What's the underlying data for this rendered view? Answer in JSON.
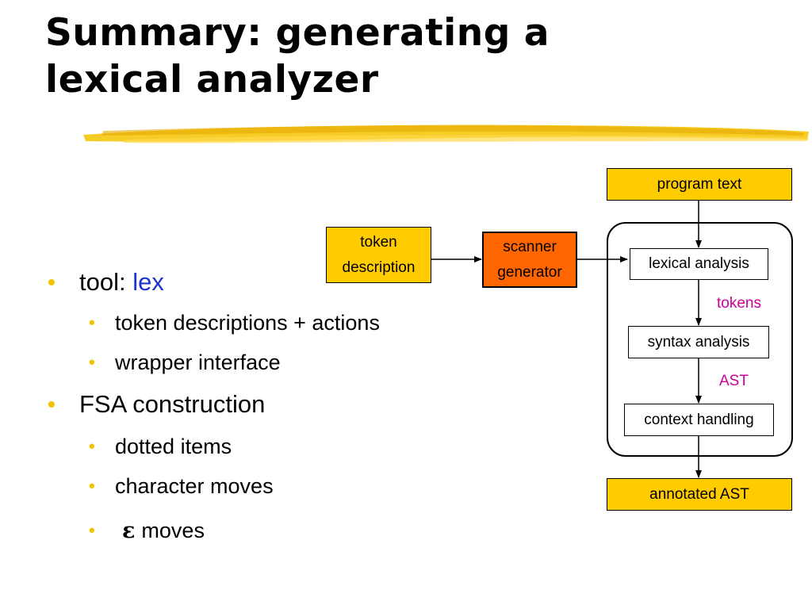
{
  "title": {
    "line1": "Summary: generating a",
    "line2": "lexical analyzer"
  },
  "bullets": {
    "tool_prefix": "tool: ",
    "tool_name": "lex",
    "tool_sub1": "token descriptions + actions",
    "tool_sub2": "wrapper interface",
    "fsa": "FSA construction",
    "fsa_sub1": "dotted items",
    "fsa_sub2": "character moves",
    "fsa_sub3_symbol": "ε",
    "fsa_sub3_text": "moves"
  },
  "diagram": {
    "token_description_line1": "token",
    "token_description_line2": "description",
    "scanner_generator_line1": "scanner",
    "scanner_generator_line2": "generator",
    "program_text": "program text",
    "lexical_analysis": "lexical analysis",
    "tokens": "tokens",
    "syntax_analysis": "syntax analysis",
    "ast": "AST",
    "context_handling": "context handling",
    "annotated_ast": "annotated AST"
  },
  "colors": {
    "bullet": "#f2c300",
    "yellow_box": "#ffcc00",
    "orange_box": "#ff6600",
    "edge_label": "#cc0099",
    "tool_name": "#1b35c9"
  }
}
